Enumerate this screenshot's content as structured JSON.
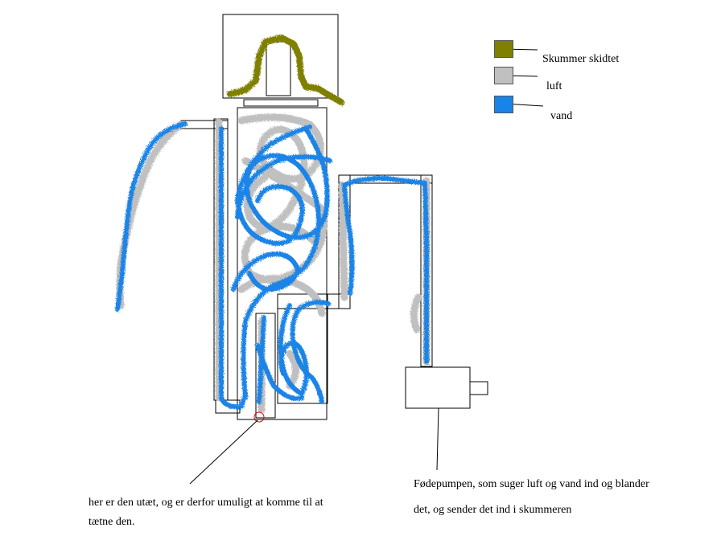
{
  "legend": {
    "items": [
      {
        "label": "Skummer skidtet",
        "color": "#808000"
      },
      {
        "label": "luft",
        "color": "#c0c0c0"
      },
      {
        "label": "vand",
        "color": "#1a84e6"
      }
    ]
  },
  "annotations": {
    "leak_line1": "her er den utæt, og er derfor umuligt at komme til at",
    "leak_line2": "tætne den.",
    "pump_line1": "Fødepumpen, som suger luft og vand ind og blander",
    "pump_line2": "det, og sender det ind i skummeren"
  },
  "colors": {
    "outline": "#000000",
    "leak_marker": "#e00000"
  }
}
